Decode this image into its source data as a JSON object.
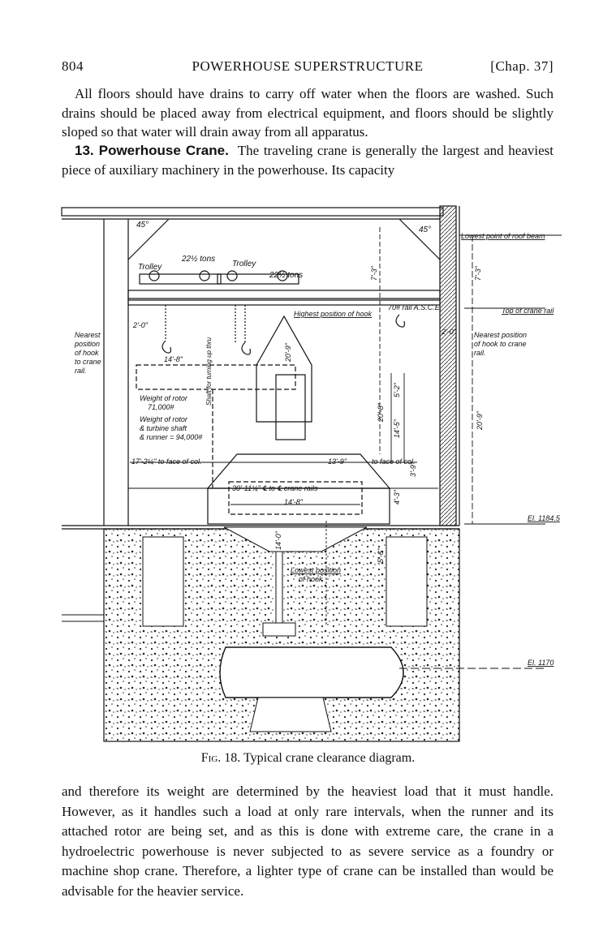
{
  "header": {
    "page_number": "804",
    "running_title": "POWERHOUSE SUPERSTRUCTURE",
    "chapter": "[Chap. 37]"
  },
  "paragraphs": {
    "p1": "All floors should have drains to carry off water when the floors are washed. Such drains should be placed away from electrical equipment, and floors should be slightly sloped so that water will drain away from all apparatus.",
    "p2_section": "13. Powerhouse Crane.",
    "p2_text": "The traveling crane is generally the largest and heaviest piece of auxiliary machinery in the powerhouse. Its capacity",
    "p3": "and therefore its weight are determined by the heaviest load that it must handle. However, as it handles such a load at only rare intervals, when the runner and its attached rotor are being set, and as this is done with extreme care, the crane in a hydroelectric powerhouse is never subjected to as severe service as a foundry or machine shop crane. Therefore, a lighter type of crane can be installed than would be advisable for the heavier service."
  },
  "figure": {
    "caption_label": "Fig. 18.",
    "caption_text": "Typical crane clearance diagram.",
    "labels": {
      "angle_left": "45°",
      "angle_right": "45°",
      "trolley_left": "Trolley",
      "trolley_left_cap": "22½ tons",
      "trolley_right": "Trolley",
      "trolley_right_cap": "22½ tons",
      "lowest_roof_beam": "Lowest point of roof beam",
      "top_crane_rail": "Top of crane rail",
      "rail": "70# rail A.S.C.E.",
      "highest_hook": "Highest position of hook",
      "nearest_left_1": "Nearest",
      "nearest_left_2": "position",
      "nearest_left_3": "of hook",
      "nearest_left_4": "to crane",
      "nearest_left_5": "rail.",
      "nearest_right_1": "Nearest position",
      "nearest_right_2": "of hook to crane",
      "nearest_right_3": "rail.",
      "dim_2_0_left": "2'-0\"",
      "dim_2_0_right": "2'-0\"",
      "dim_14_8_top": "14'-8\"",
      "rotor_weight_1": "Weight of rotor",
      "rotor_weight_2": "71,000#",
      "rotor_runner_1": "Weight of rotor",
      "rotor_runner_2": "& turbine shaft",
      "rotor_runner_3": "& runner = 94,000#",
      "shaft_label": "Shaft for turning up thru",
      "dim_17": "17'-2¼\" to face of col.",
      "dim_13_9": "13'-9\"",
      "dim_to_face": "to face of col.",
      "dim_30": "30'-11¼\" ℄ to ℄ crane rails",
      "dim_14_8_bottom": "14'-8\"",
      "lowest_hook_1": "Lowest position",
      "lowest_hook_2": "of hook",
      "dim_7_3_top": "7'-3\"",
      "dim_7_3_right": "7'-3\"",
      "dim_3_9": "3'-9\"",
      "dim_20_9_left": "20'-9\"",
      "dim_20_8": "20'-8\"",
      "dim_20_9_right": "20'-9\"",
      "dim_5_2": "5'-2\"",
      "dim_14_5": "14'-5\"",
      "dim_4_3": "4'-3\"",
      "dim_14_0": "14'-0\"",
      "dim_5_6": "5'-6\"",
      "el_upper": "El. 1184.5",
      "el_lower": "El. 1170"
    }
  }
}
